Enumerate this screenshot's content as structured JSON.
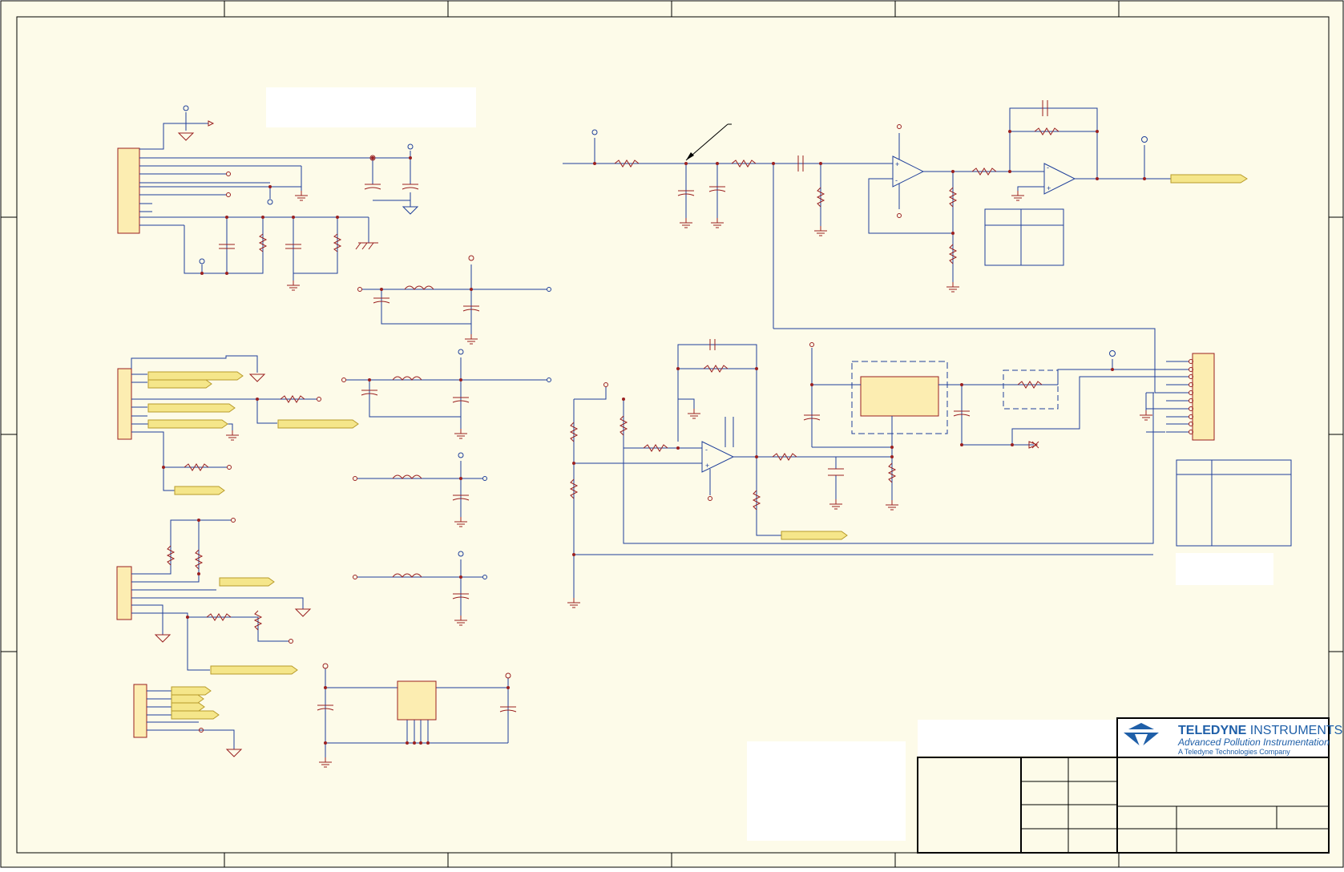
{
  "logo": {
    "brand_bold": "TELEDYNE",
    "brand_regular": " INSTRUMENTS",
    "subtitle": "Advanced Pollution Instrumentation",
    "company": "A Teledyne Technologies Company"
  },
  "colors": {
    "paper": "#fdfbe9",
    "frame": "#000000",
    "wire": "#1f3f9a",
    "pin": "#9a2020",
    "part_fill": "#fcedb1",
    "part_stroke": "#9a2020",
    "port_fill": "#f5e68a",
    "port_stroke": "#b89b2a",
    "hidden_box": "#ffffff",
    "logo_blue": "#1f5fa8"
  }
}
